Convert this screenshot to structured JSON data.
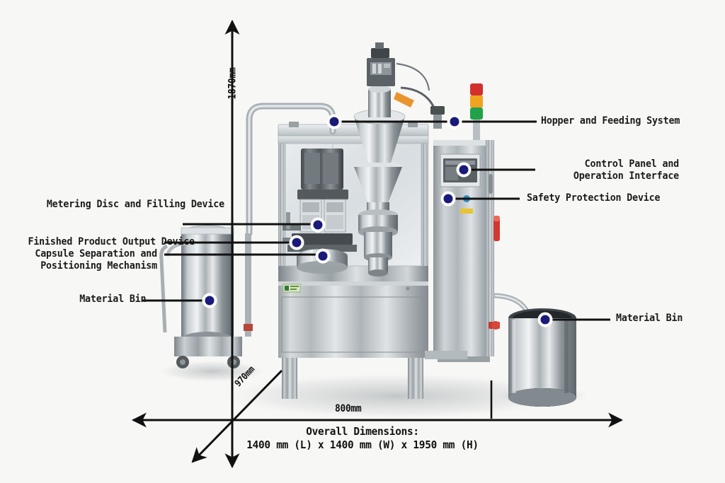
{
  "diagram": {
    "title": "Capsule Filling Machine Annotated Dimension Diagram",
    "background_color": "#f7f7f5",
    "marker_color": "#1a1a7a",
    "marker_ring_color": "#ffffff",
    "line_color": "#111111"
  },
  "callouts": [
    {
      "id": "hopper",
      "label": "Hopper and Feeding System",
      "side": "right"
    },
    {
      "id": "control",
      "label": "Control Panel and\nOperation Interface",
      "side": "right"
    },
    {
      "id": "safety",
      "label": "Safety Protection Device",
      "side": "right"
    },
    {
      "id": "metering",
      "label": "Metering Disc and Filling Device",
      "side": "left"
    },
    {
      "id": "output",
      "label": "Finished Product Output Device",
      "side": "left"
    },
    {
      "id": "capsule",
      "label": "Capsule Separation and\nPositioning Mechanism",
      "side": "left"
    },
    {
      "id": "bin-left",
      "label": "Material Bin",
      "side": "left"
    },
    {
      "id": "bin-right",
      "label": "Material Bin",
      "side": "right"
    }
  ],
  "dimensions": {
    "height": "1870mm",
    "depth": "970mm",
    "width": "800mm",
    "overall_title": "Overall Dimensions:",
    "overall_value": "1400 mm (L) x 1400 mm (W) x 1950 mm (H)"
  }
}
